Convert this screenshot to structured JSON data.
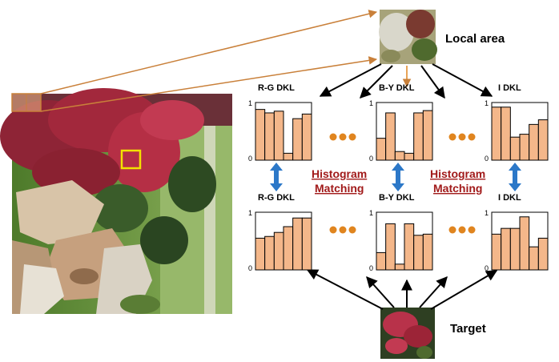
{
  "labels": {
    "local_area": "Local area",
    "target": "Target",
    "histogram_matching_1_line1": "Histogram",
    "histogram_matching_1_line2": "Matching",
    "histogram_matching_2_line1": "Histogram",
    "histogram_matching_2_line2": "Matching"
  },
  "colors": {
    "bar_fill": "#f4b78a",
    "match_text": "#a11a1a",
    "dot": "#e0851f",
    "selection_box": "#f2e200",
    "double_arrow": "#2c78c8",
    "zoom_lines": "#c9803a"
  },
  "chart_data": [
    {
      "type": "bar",
      "row": "top",
      "title": "R-G DKL",
      "ylim": [
        0,
        1
      ],
      "y_ticks": [
        "1",
        "0"
      ],
      "values": [
        0.88,
        0.82,
        0.85,
        0.12,
        0.72,
        0.8
      ]
    },
    {
      "type": "bar",
      "row": "top",
      "title": "B-Y DKL",
      "ylim": [
        0,
        1
      ],
      "y_ticks": [
        "1",
        "0"
      ],
      "values": [
        0.38,
        0.82,
        0.15,
        0.12,
        0.82,
        0.86
      ]
    },
    {
      "type": "bar",
      "row": "top",
      "title": "I DKL",
      "ylim": [
        0,
        1
      ],
      "y_ticks": [
        "1",
        "0"
      ],
      "values": [
        0.92,
        0.92,
        0.4,
        0.45,
        0.62,
        0.7
      ]
    },
    {
      "type": "bar",
      "row": "bottom",
      "title": "R-G DKL",
      "ylim": [
        0,
        1
      ],
      "y_ticks": [
        "1",
        "0"
      ],
      "values": [
        0.55,
        0.58,
        0.65,
        0.75,
        0.9,
        0.9
      ]
    },
    {
      "type": "bar",
      "row": "bottom",
      "title": "B-Y DKL",
      "ylim": [
        0,
        1
      ],
      "y_ticks": [
        "1",
        "0"
      ],
      "values": [
        0.3,
        0.8,
        0.1,
        0.8,
        0.6,
        0.62
      ]
    },
    {
      "type": "bar",
      "row": "bottom",
      "title": "I DKL",
      "ylim": [
        0,
        1
      ],
      "y_ticks": [
        "1",
        "0"
      ],
      "values": [
        0.62,
        0.72,
        0.72,
        0.92,
        0.4,
        0.55
      ]
    }
  ]
}
